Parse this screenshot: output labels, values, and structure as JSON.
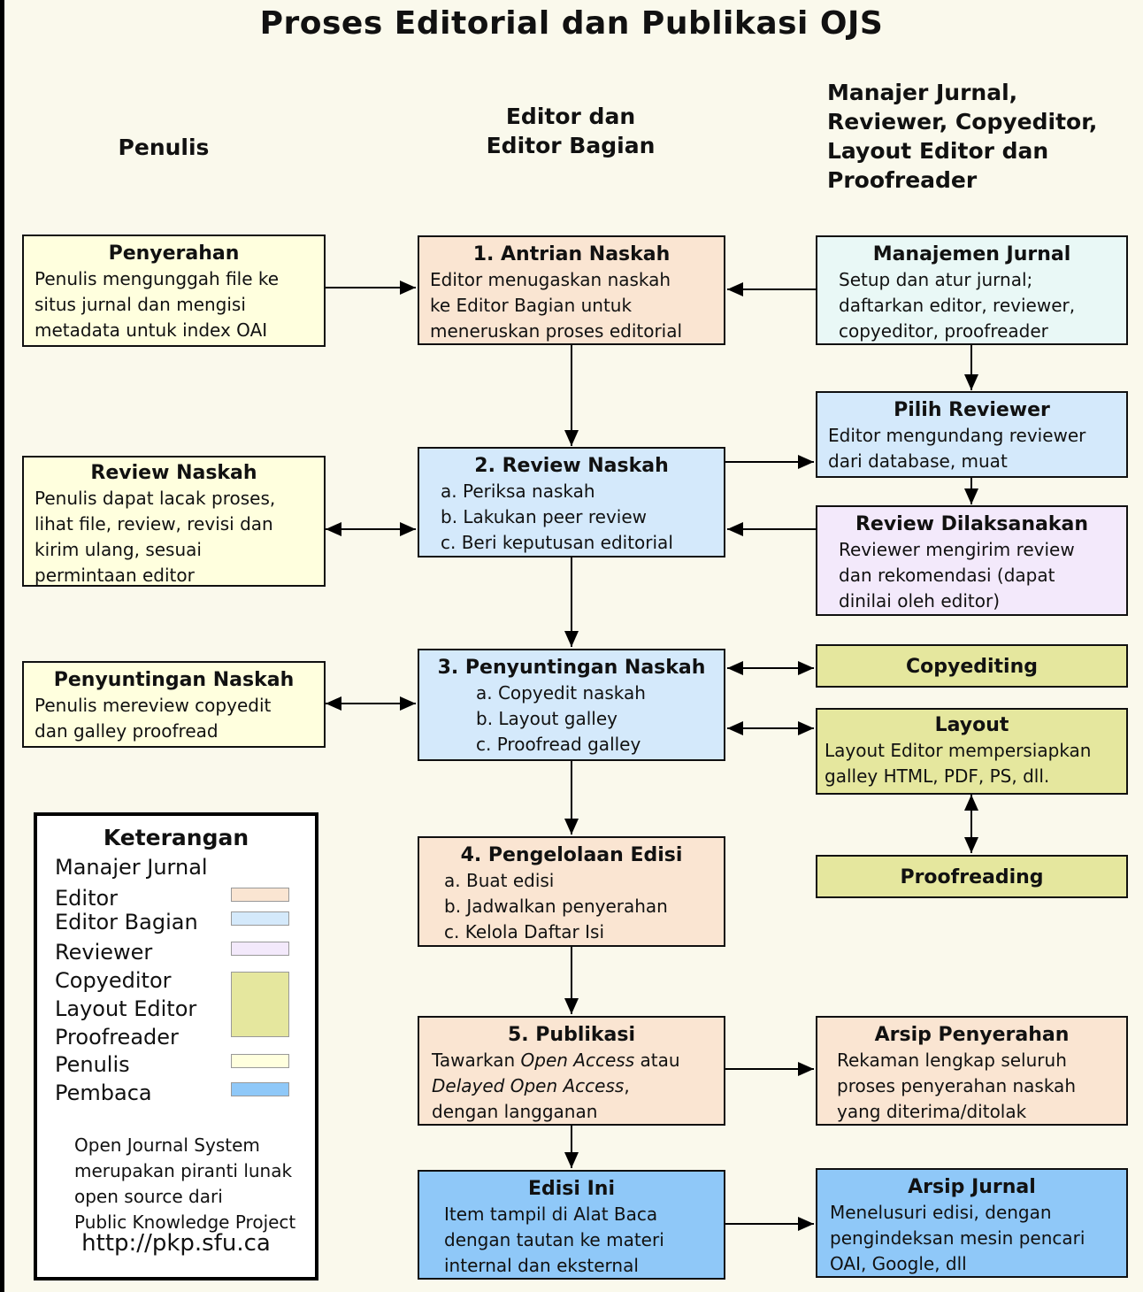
{
  "title": "Proses Editorial dan Publikasi OJS",
  "headers": {
    "col1": "Penulis",
    "col2": "Editor dan\nEditor Bagian",
    "col3": "Manajer Jurnal,\nReviewer, Copyeditor,\nLayout Editor dan\nProofreader"
  },
  "boxes": {
    "penyerahan": {
      "title": "Penyerahan",
      "body": "Penulis mengunggah file ke\nsitus jurnal dan mengisi\nmetadata untuk index OAI"
    },
    "review_naskah_penulis": {
      "title": "Review Naskah",
      "body": "Penulis dapat lacak proses,\nlihat file, review, revisi dan\nkirim ulang, sesuai\npermintaan editor"
    },
    "penyuntingan_naskah_penulis": {
      "title": "Penyuntingan Naskah",
      "body": "Penulis mereview copyedit\ndan galley proofread"
    },
    "antrian_naskah": {
      "title": "1. Antrian Naskah",
      "body": "Editor menugaskan naskah\nke Editor Bagian untuk\nmeneruskan proses editorial"
    },
    "review_naskah": {
      "title": "2. Review Naskah",
      "items": [
        "a. Periksa naskah",
        "b. Lakukan peer review",
        "c. Beri keputusan editorial"
      ]
    },
    "penyuntingan_naskah": {
      "title": "3. Penyuntingan Naskah",
      "items": [
        "a. Copyedit naskah",
        "b. Layout galley",
        "c. Proofread galley"
      ]
    },
    "pengelolaan_edisi": {
      "title": "4. Pengelolaan Edisi",
      "items": [
        "a. Buat edisi",
        "b. Jadwalkan penyerahan",
        "c. Kelola Daftar Isi"
      ]
    },
    "publikasi": {
      "title": "5. Publikasi",
      "body_parts": [
        "Tawarkan ",
        "Open Access",
        " atau\n",
        "Delayed Open Access",
        ",\ndengan langganan"
      ]
    },
    "edisi_ini": {
      "title": "Edisi Ini",
      "body": "Item tampil di Alat Baca\ndengan tautan ke materi\ninternal dan eksternal"
    },
    "manajemen_jurnal": {
      "title": "Manajemen Jurnal",
      "body": "Setup dan atur jurnal;\ndaftarkan editor, reviewer,\ncopyeditor, proofreader"
    },
    "pilih_reviewer": {
      "title": "Pilih Reviewer",
      "body": "Editor mengundang reviewer\ndari database, muat"
    },
    "review_dilaksanakan": {
      "title": "Review Dilaksanakan",
      "body": "Reviewer mengirim review\ndan rekomendasi (dapat\ndinilai oleh editor)"
    },
    "copyediting": {
      "title": "Copyediting"
    },
    "layout": {
      "title": "Layout",
      "body": "Layout Editor mempersiapkan\ngalley HTML, PDF, PS, dll."
    },
    "proofreading": {
      "title": "Proofreading"
    },
    "arsip_penyerahan": {
      "title": "Arsip Penyerahan",
      "body": "Rekaman lengkap seluruh\nproses penyerahan naskah\nyang diterima/ditolak"
    },
    "arsip_jurnal": {
      "title": "Arsip Jurnal",
      "body": "Menelusuri edisi, dengan\npengindeksan mesin pencari\nOAI, Google, dll"
    }
  },
  "legend": {
    "title": "Keterangan",
    "entries": [
      {
        "label": "Manajer Jurnal",
        "color": null
      },
      {
        "label": "Editor",
        "color": "#fae5d2"
      },
      {
        "label": "Editor Bagian",
        "color": "#d4e9fb"
      },
      {
        "label": "Reviewer",
        "color": "#f3e9fb"
      },
      {
        "label": "Copyeditor",
        "color": "#e5e79e"
      },
      {
        "label": "Layout Editor",
        "color": "#e5e79e"
      },
      {
        "label": "Proofreader",
        "color": "#e5e79e"
      },
      {
        "label": "Penulis",
        "color": "#ffffde"
      },
      {
        "label": "Pembaca",
        "color": "#8fc8f8"
      }
    ],
    "footer": "Open Journal System\nmerupakan piranti lunak\nopen source dari\nPublic Knowledge Project",
    "url": "http://pkp.sfu.ca"
  },
  "colors": {
    "background": "#faf9ec",
    "penulis": "#ffffde",
    "editor": "#fae5d2",
    "editor_bagian": "#d4e9fb",
    "manajer_jurnal": "#e9f8f6",
    "reviewer": "#f3e9fb",
    "copyeditor_layout_proofreader": "#e5e79e",
    "pembaca": "#8fc8f8"
  }
}
